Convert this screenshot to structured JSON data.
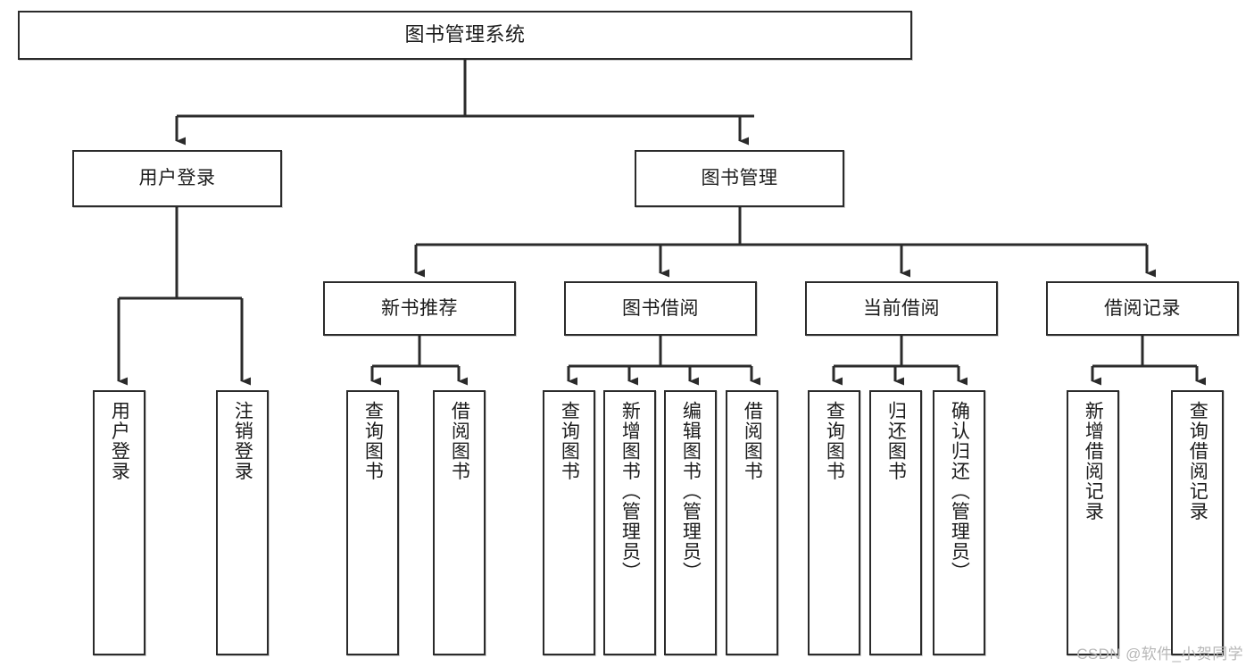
{
  "diagram": {
    "type": "tree",
    "title": "图书管理系统",
    "orientation": "top-down",
    "watermark": "CSDN @软件_小贺同学",
    "colors": {
      "box_border": "#2b2b2b",
      "box_fill": "#ffffff",
      "edge": "#2b2b2b",
      "text": "#1c1c1c",
      "watermark": "#b7b7b7"
    },
    "nodes": {
      "root": {
        "label": "图书管理系统",
        "level": 1
      },
      "level2": [
        {
          "id": "user-login",
          "label": "用户登录"
        },
        {
          "id": "book-manage",
          "label": "图书管理"
        }
      ],
      "level3": [
        {
          "id": "new-book-recommend",
          "label": "新书推荐",
          "parent": "book-manage"
        },
        {
          "id": "book-borrow",
          "label": "图书借阅",
          "parent": "book-manage"
        },
        {
          "id": "current-borrow",
          "label": "当前借阅",
          "parent": "book-manage"
        },
        {
          "id": "borrow-record",
          "label": "借阅记录",
          "parent": "book-manage"
        }
      ],
      "leaves": [
        {
          "id": "leaf-user-login",
          "label": "用户登录",
          "parent": "user-login"
        },
        {
          "id": "leaf-user-logout",
          "label": "注销登录",
          "parent": "user-login"
        },
        {
          "id": "leaf-query-book-1",
          "label": "查询图书",
          "parent": "new-book-recommend"
        },
        {
          "id": "leaf-borrow-book-1",
          "label": "借阅图书",
          "parent": "new-book-recommend"
        },
        {
          "id": "leaf-query-book-2",
          "label": "查询图书",
          "parent": "book-borrow"
        },
        {
          "id": "leaf-add-book",
          "label": "新增图书（管理员）",
          "parent": "book-borrow"
        },
        {
          "id": "leaf-edit-book",
          "label": "编辑图书（管理员）",
          "parent": "book-borrow"
        },
        {
          "id": "leaf-borrow-book-2",
          "label": "借阅图书",
          "parent": "book-borrow"
        },
        {
          "id": "leaf-query-book-3",
          "label": "查询图书",
          "parent": "current-borrow"
        },
        {
          "id": "leaf-return-book",
          "label": "归还图书",
          "parent": "current-borrow"
        },
        {
          "id": "leaf-confirm-return",
          "label": "确认归还（管理员）",
          "parent": "current-borrow"
        },
        {
          "id": "leaf-add-record",
          "label": "新增借阅记录",
          "parent": "borrow-record"
        },
        {
          "id": "leaf-query-record",
          "label": "查询借阅记录",
          "parent": "borrow-record"
        }
      ]
    }
  }
}
